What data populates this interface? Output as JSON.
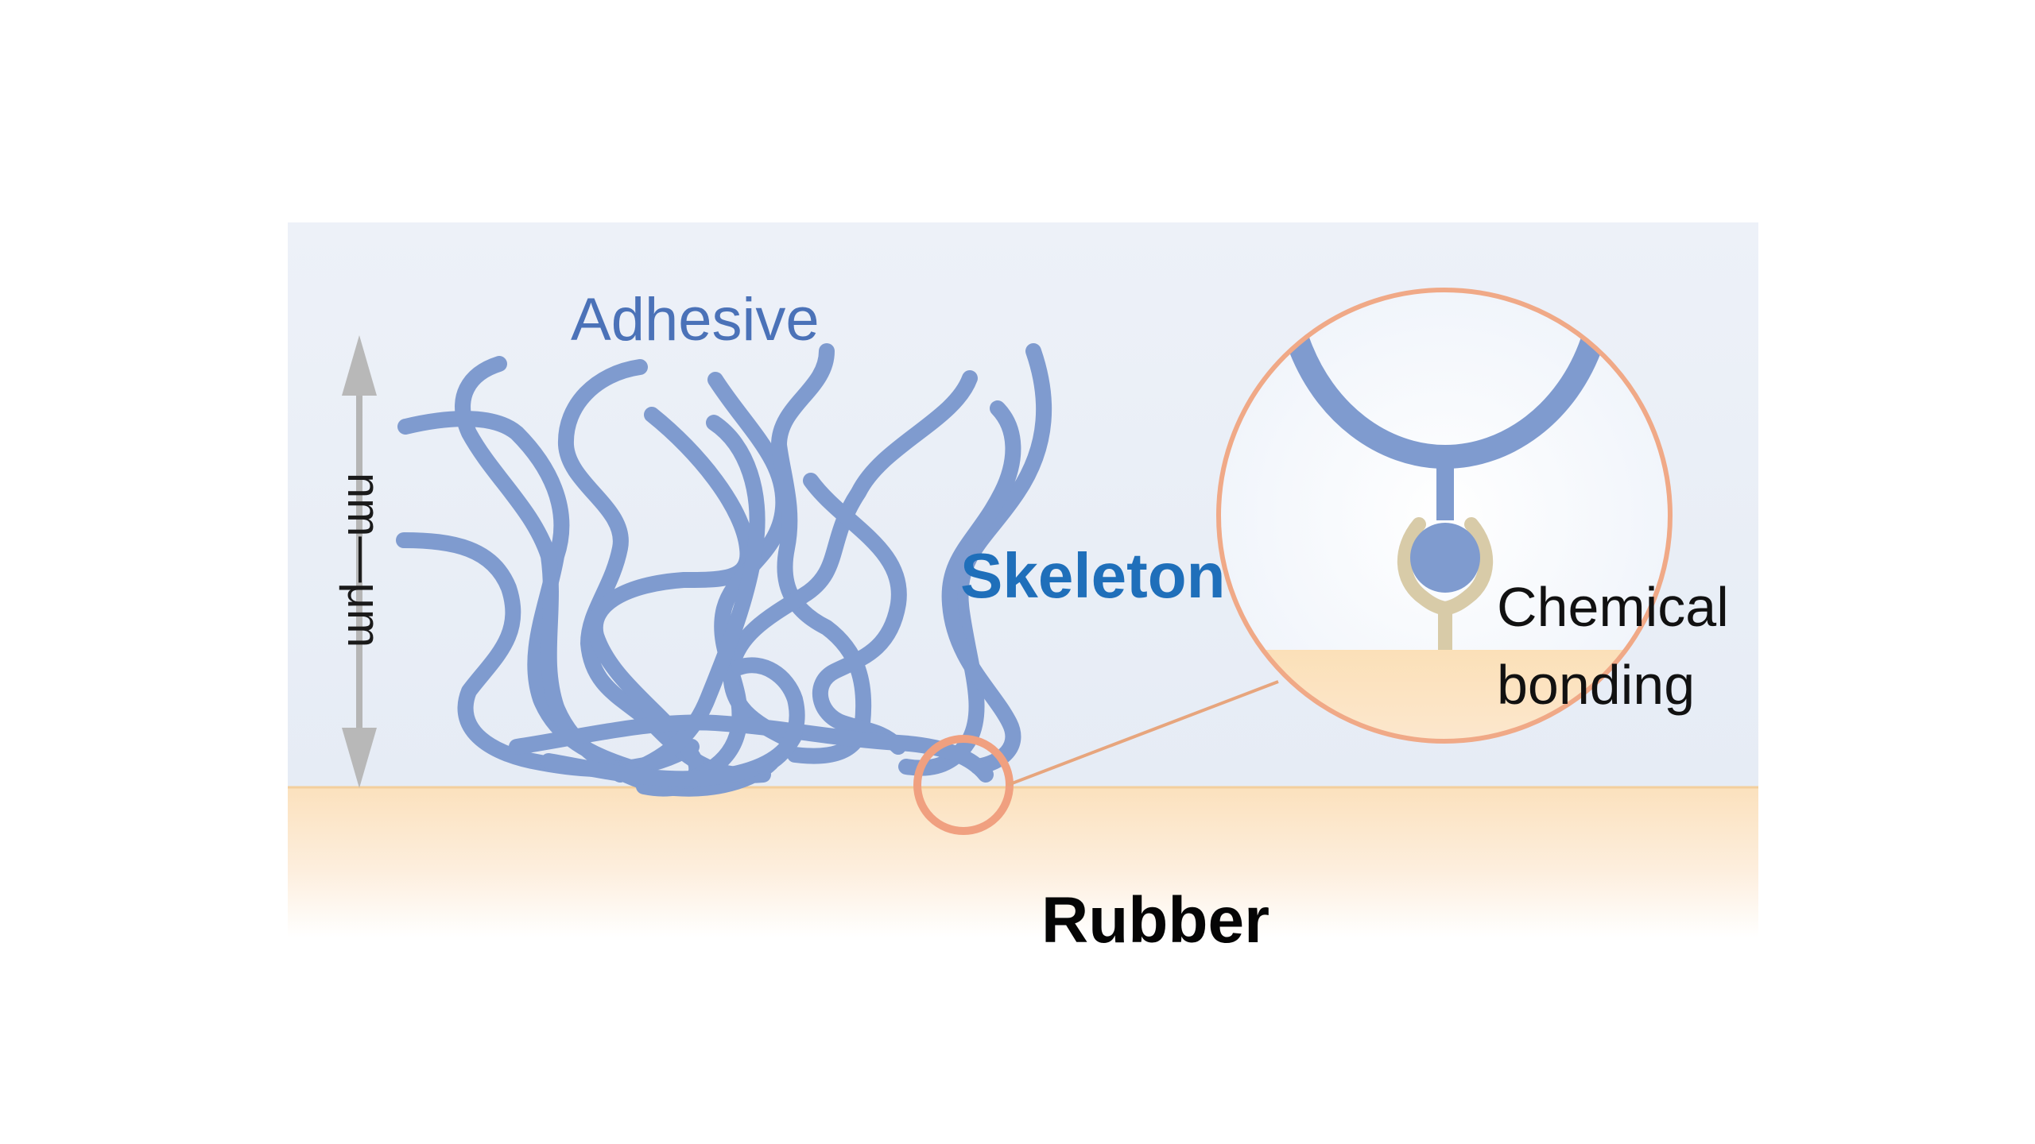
{
  "labels": {
    "adhesive": "Adhesive",
    "skeleton": "Skeleton",
    "chemical_line1": "Chemical",
    "chemical_line2": "bonding",
    "rubber": "Rubber",
    "scale": "nm—μm"
  },
  "colors": {
    "fiber": "#7f9bcf",
    "adhesive_text": "#4b72b8",
    "skeleton_text": "#1f6fba",
    "rubber_fill": "#fbe3c0",
    "highlight_circle": "#f0a080",
    "background": "#e9eef7",
    "arrow": "#b3b3b3",
    "receptor": "#d8cba8"
  }
}
